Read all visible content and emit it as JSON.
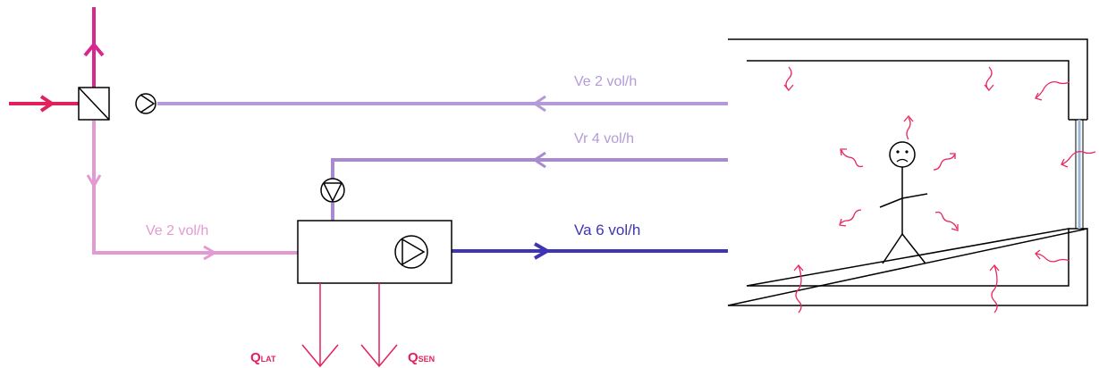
{
  "labels": {
    "exhaust_air": "Ve 2 vol/h",
    "recirculated_air": "Vr 4 vol/h",
    "fresh_air": "Ve 2 vol/h",
    "supply_air": "Va 6 vol/h",
    "latent_load_main": "Q",
    "latent_load_sub": "LAT",
    "sensible_load_main": "Q",
    "sensible_load_sub": "SEN"
  },
  "colors": {
    "exhaust_line": "#b49ad8",
    "recirc_line": "#a98ad0",
    "fresh_line": "#e39ad3",
    "supply_line": "#3f35b4",
    "outdoor_intake": "#e2205c",
    "outlet": "#d6288e",
    "heat_arrows": "#e8285e",
    "equipment": "#000000"
  },
  "icons": {
    "heat_exchanger": "heat-exchanger-icon",
    "fan": "fan-icon",
    "occupant": "stick-figure-icon",
    "face": "sad-face-icon"
  }
}
